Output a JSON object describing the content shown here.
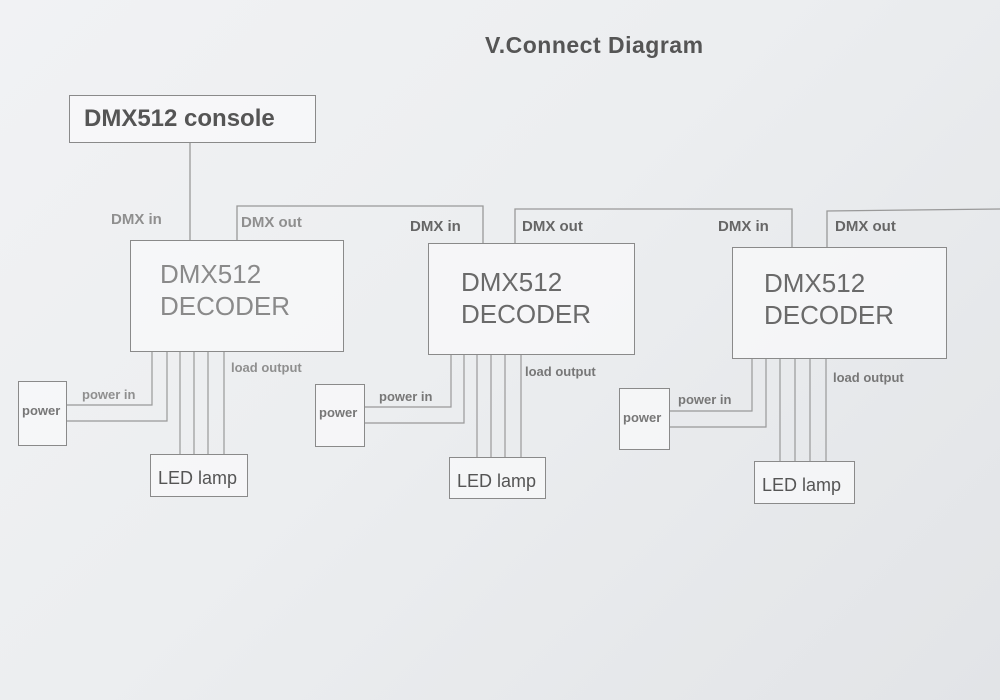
{
  "title": "V.Connect Diagram",
  "console": {
    "label": "DMX512 console"
  },
  "decoders": [
    {
      "line1": "DMX512",
      "line2": "DECODER",
      "dmx_in": "DMX  in",
      "dmx_out": "DMX out",
      "load_output": "load output",
      "power": "power",
      "power_in": "power in",
      "lamp": "LED lamp"
    },
    {
      "line1": "DMX512",
      "line2": "DECODER",
      "dmx_in": "DMX  in",
      "dmx_out": "DMX out",
      "load_output": "load output",
      "power": "power",
      "power_in": "power in",
      "lamp": "LED lamp"
    },
    {
      "line1": "DMX512",
      "line2": "DECODER",
      "dmx_in": "DMX  in",
      "dmx_out": "DMX out",
      "load_output": "load output",
      "power": "power",
      "power_in": "power in",
      "lamp": "LED lamp"
    }
  ]
}
